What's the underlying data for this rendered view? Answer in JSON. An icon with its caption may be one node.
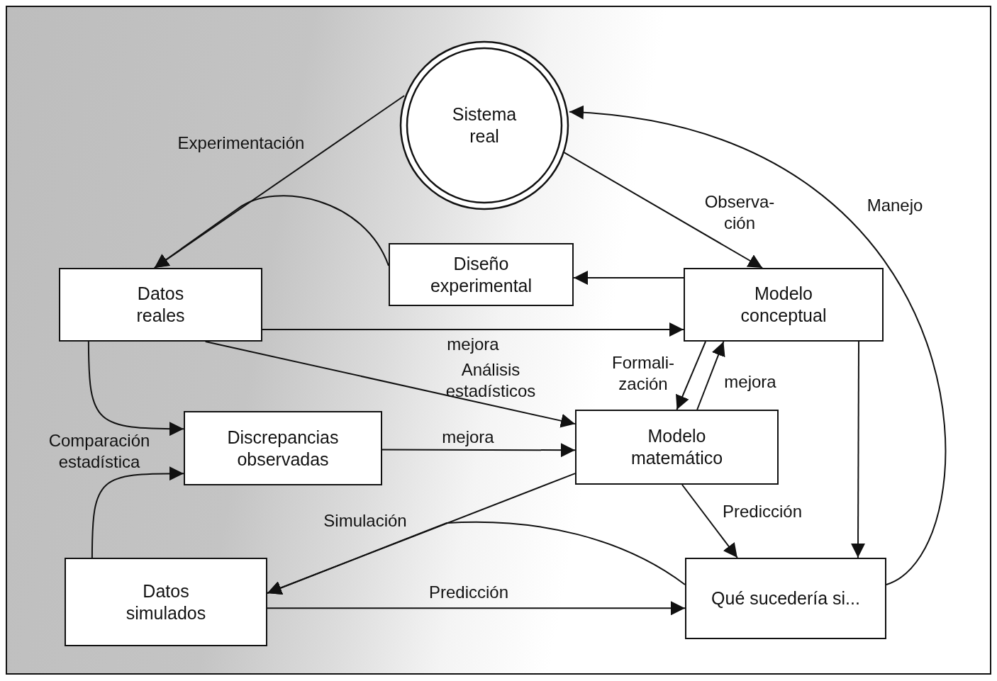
{
  "diagram": {
    "nodes": [
      {
        "text": [
          "Sistema real"
        ]
      },
      {
        "text": [
          "Datos reales"
        ]
      },
      {
        "text": [
          "Diseño experimental"
        ]
      },
      {
        "text": [
          "Modelo conceptual"
        ]
      },
      {
        "text": [
          "Discrepancias observadas"
        ]
      },
      {
        "text": [
          "Modelo matemático"
        ]
      },
      {
        "text": [
          "Datos simulados"
        ]
      },
      {
        "text": [
          "Qué sucedería si..."
        ]
      }
    ],
    "edges": [
      {
        "from": 0,
        "to": 1,
        "arrow": "to",
        "label": "Experimentación"
      },
      {
        "from": 0,
        "to": 3,
        "arrow": "to",
        "label": "Observa- ción"
      },
      {
        "from": 7,
        "to": 0,
        "arrow": "to",
        "label": "Manejo"
      },
      {
        "from": 2,
        "to": 1,
        "arrow": "to"
      },
      {
        "from": 3,
        "to": 2,
        "arrow": "to"
      },
      {
        "from": 1,
        "to": 3,
        "arrow": "to",
        "label": "mejora"
      },
      {
        "from": 1,
        "to": 5,
        "arrow": "to",
        "label": "Análisis estadísticos"
      },
      {
        "from": 1,
        "to": 4,
        "arrow": "to"
      },
      {
        "from": 6,
        "to": 4,
        "arrow": "to"
      },
      {
        "from": 4,
        "to": 5,
        "arrow": "to",
        "label": "mejora"
      },
      {
        "from": 3,
        "to": 5,
        "arrow": "to",
        "label": "Formali- zación"
      },
      {
        "from": 5,
        "to": 3,
        "arrow": "to",
        "label": "mejora"
      },
      {
        "from": 5,
        "to": 6,
        "arrow": "to",
        "label": "Simulación"
      },
      {
        "from": 5,
        "to": 7,
        "arrow": "to",
        "label": "Predicción"
      },
      {
        "from": 3,
        "to": 7,
        "arrow": "to"
      },
      {
        "from": 7,
        "to": 6,
        "arrow": "to"
      },
      {
        "from": 6,
        "to": 7,
        "arrow": "to",
        "label": "Predicción"
      }
    ],
    "labels": [
      "Comparación estadística"
    ]
  }
}
